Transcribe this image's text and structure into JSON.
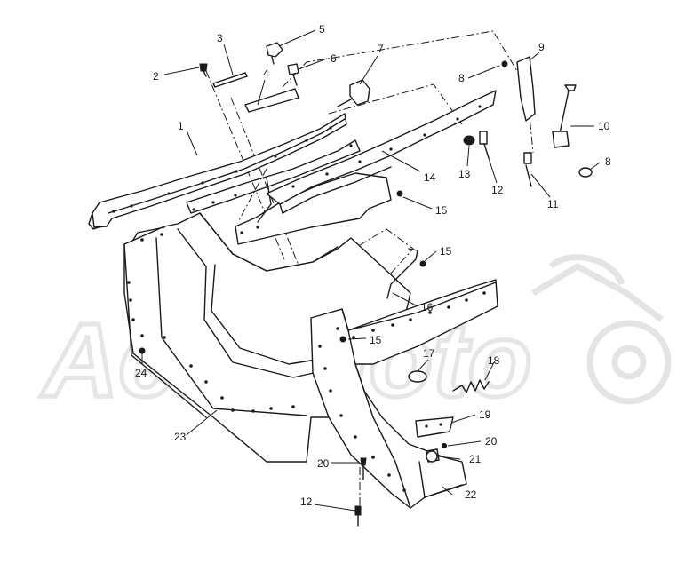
{
  "watermark": {
    "text": "AeroMoto"
  },
  "callouts": {
    "c1": "1",
    "c2": "2",
    "c3": "3",
    "c4": "4",
    "c5": "5",
    "c6": "6",
    "c7": "7",
    "c8a": "8",
    "c8b": "8",
    "c9": "9",
    "c10": "10",
    "c11": "11",
    "c12a": "12",
    "c12b": "12",
    "c13": "13",
    "c14": "14",
    "c15a": "15",
    "c15b": "15",
    "c15c": "15",
    "c16": "16",
    "c17": "17",
    "c18": "18",
    "c19": "19",
    "c20a": "20",
    "c20b": "20",
    "c21": "21",
    "c22": "22",
    "c23": "23",
    "c24": "24"
  }
}
